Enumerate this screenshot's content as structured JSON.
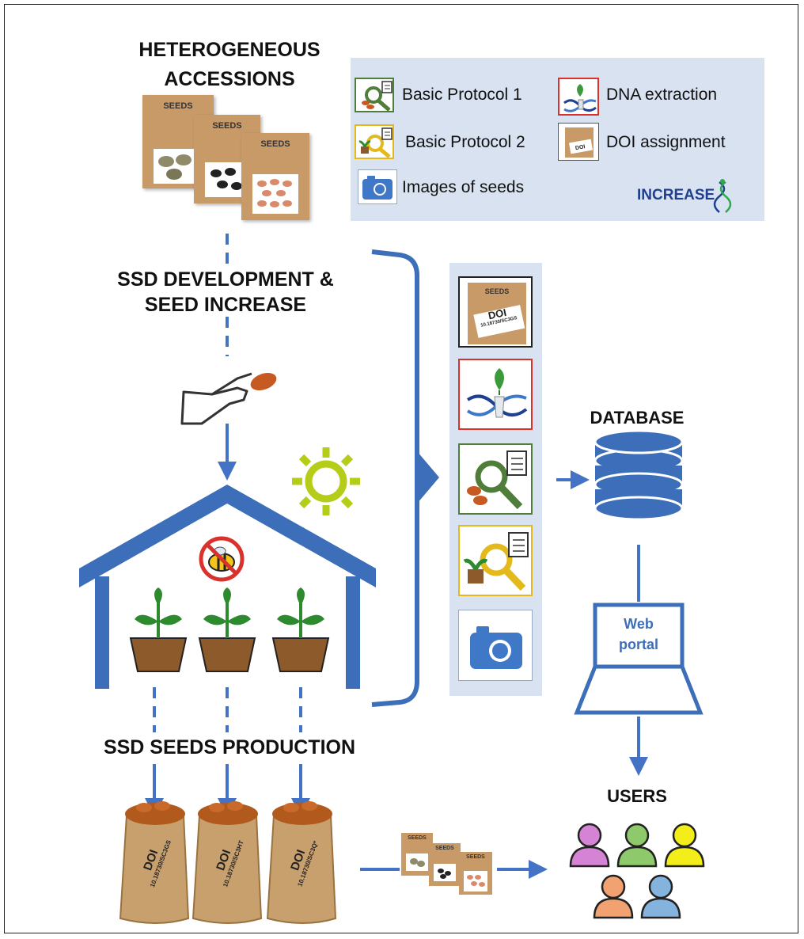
{
  "headings": {
    "accessions_line1": "HETEROGENEOUS",
    "accessions_line2": "ACCESSIONS",
    "ssd_dev_line1": "SSD DEVELOPMENT &",
    "ssd_dev_line2": "SEED INCREASE",
    "production": "SSD SEEDS PRODUCTION",
    "database": "DATABASE",
    "users": "USERS"
  },
  "legend": {
    "items": [
      {
        "label": "Basic Protocol 1",
        "icon": "magnifier-green-icon"
      },
      {
        "label": "Basic Protocol 2",
        "icon": "magnifier-yellow-icon"
      },
      {
        "label": "Images of seeds",
        "icon": "camera-icon"
      },
      {
        "label": "DNA extraction",
        "icon": "dna-leaf-icon"
      },
      {
        "label": "DOI assignment",
        "icon": "seed-packet-doi-icon"
      }
    ],
    "logo_text": "INCREASE"
  },
  "seed_packet_label": "SEEDS",
  "doi_card": {
    "label": "DOI",
    "code": "10.18730/SC3GS"
  },
  "web_portal": {
    "line1": "Web",
    "line2": "portal"
  },
  "sacks": [
    {
      "doi": "DOI",
      "code": "10.18730/SC3GS"
    },
    {
      "doi": "DOI",
      "code": "10.18730/SC3HT"
    },
    {
      "doi": "DOI",
      "code": "10.18730/SC3Q*"
    }
  ],
  "colors": {
    "arrow_blue": "#4472c4",
    "house_blue": "#3d6eb9",
    "panel_bg": "#d8e2f0",
    "sun": "#b5cc18",
    "dna_red_border": "#d9312b",
    "protocol1_border": "#4f7e3a",
    "protocol2_border": "#e3b91c"
  }
}
